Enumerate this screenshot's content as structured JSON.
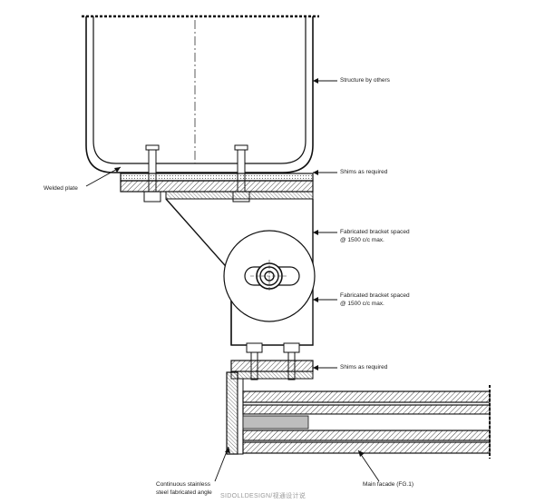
{
  "callouts": {
    "structure": "Structure by others",
    "shims_top": "Shims as required",
    "welded_plate": "Welded plate",
    "bracket_1_line1": "Fabricated bracket spaced",
    "bracket_1_line2": "@ 1500 c/c max.",
    "bracket_2_line1": "Fabricated bracket spaced",
    "bracket_2_line2": "@ 1500 c/c max.",
    "shims_bottom": "Shims as required",
    "angle_line1": "Continuous stainless",
    "angle_line2": "steel fabricated angle",
    "facade": "Main facade (FG.1)"
  },
  "watermark": "SIDOLLDESIGN/视通设计说"
}
